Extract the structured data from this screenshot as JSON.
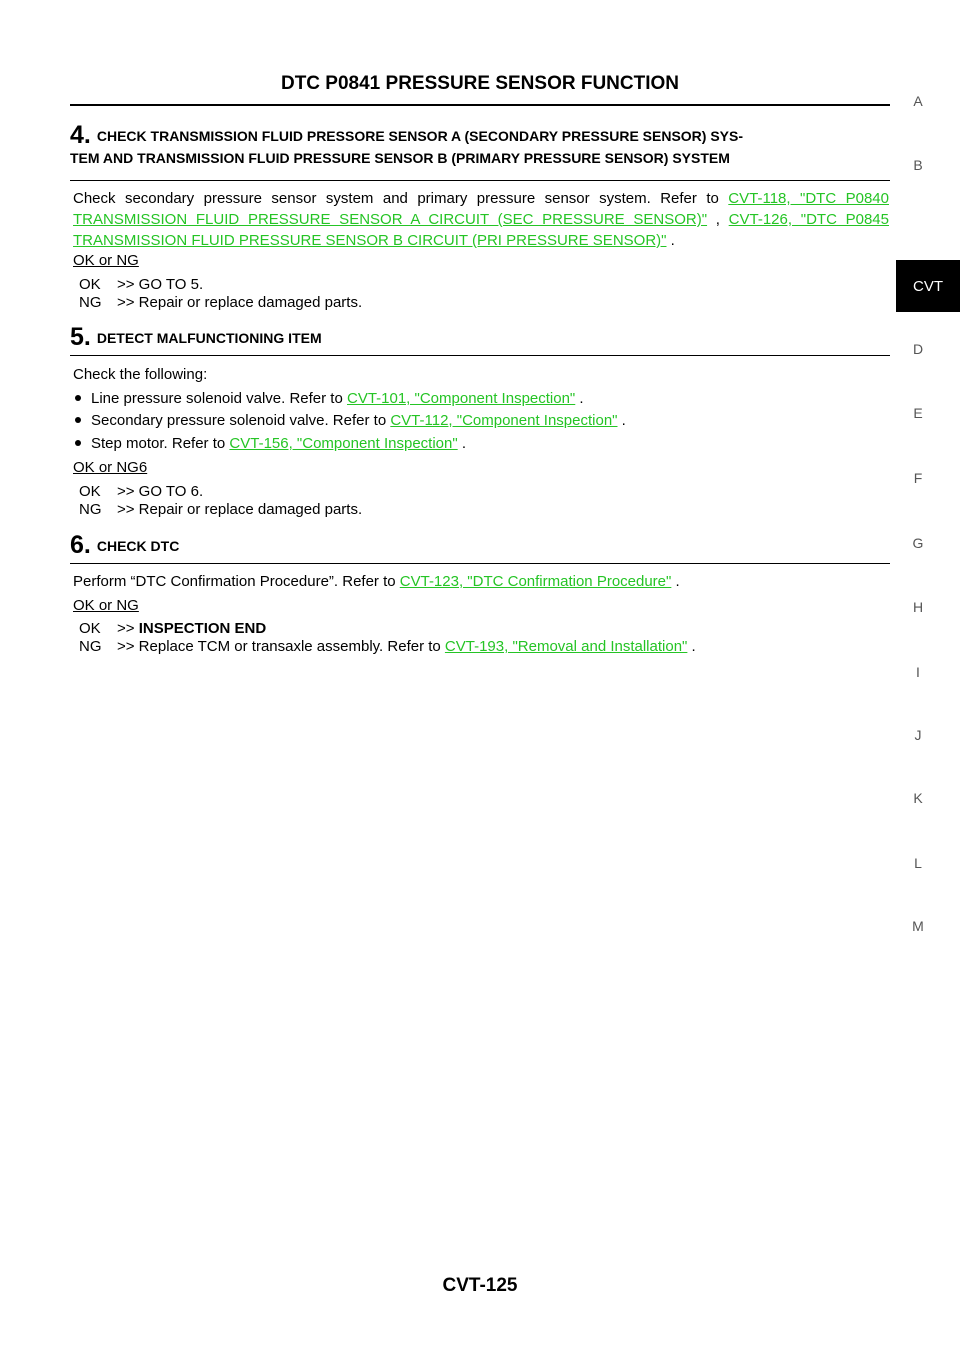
{
  "header": {
    "title": "DTC P0841 PRESSURE SENSOR FUNCTION"
  },
  "footer": {
    "page_number": "CVT-125"
  },
  "side_index": {
    "letters": [
      "A",
      "B",
      "D",
      "E",
      "F",
      "G",
      "H",
      "I",
      "J",
      "K",
      "L",
      "M"
    ],
    "active_tab": "CVT"
  },
  "steps": [
    {
      "number": "4.",
      "title_line1": "CHECK TRANSMISSION FLUID PRESSORE SENSOR A (SECONDARY PRESSURE SENSOR) SYS-",
      "title_line2": "TEM AND TRANSMISSION FLUID PRESSURE SENSOR B (PRIMARY PRESSURE SENSOR) SYSTEM",
      "text": "Check secondary pressure sensor system and primary pressure sensor system. Refer to ",
      "link1": "CVT-118, \"DTC P0840 TRANSMISSION FLUID PRESSURE SENSOR A CIRCUIT (SEC PRESSURE SENSOR)\"",
      "sep": " , ",
      "link2": "CVT-126, \"DTC P0845 TRANSMISSION FLUID PRESSURE SENSOR B CIRCUIT (PRI PRESSURE SENSOR)\"",
      "end": " .",
      "ok_ng": "OK or NG",
      "results": [
        {
          "label": "OK",
          "text": ">> GO TO 5."
        },
        {
          "label": "NG",
          "text": ">> Repair or replace damaged parts."
        }
      ]
    },
    {
      "number": "5.",
      "title": "DETECT MALFUNCTIONING ITEM",
      "intro": "Check the following:",
      "items": [
        {
          "text": "Line pressure solenoid valve. Refer to ",
          "link": "CVT-101, \"Component Inspection\"",
          "end": " ."
        },
        {
          "text": "Secondary pressure solenoid valve. Refer to ",
          "link": "CVT-112, \"Component Inspection\"",
          "end": " ."
        },
        {
          "text": "Step motor. Refer to ",
          "link": "CVT-156, \"Component Inspection\"",
          "end": " ."
        }
      ],
      "ok_ng": "OK or NG6",
      "results": [
        {
          "label": "OK",
          "text": ">> GO TO 6."
        },
        {
          "label": "NG",
          "text": ">> Repair or replace damaged parts."
        }
      ]
    },
    {
      "number": "6.",
      "title": "CHECK DTC",
      "text": "Perform “DTC Confirmation Procedure”. Refer to ",
      "link": "CVT-123, \"DTC Confirmation Procedure\"",
      "end": " .",
      "ok_ng": "OK or NG",
      "results": [
        {
          "label": "OK",
          "prefix": ">> ",
          "bold": "INSPECTION END"
        },
        {
          "label": "NG",
          "text": ">> Replace TCM or transaxle assembly. Refer to ",
          "link": "CVT-193, \"Removal and Installation\"",
          "end": " ."
        }
      ]
    }
  ],
  "colors": {
    "link": "#25c425",
    "tab_bg": "#000000"
  }
}
